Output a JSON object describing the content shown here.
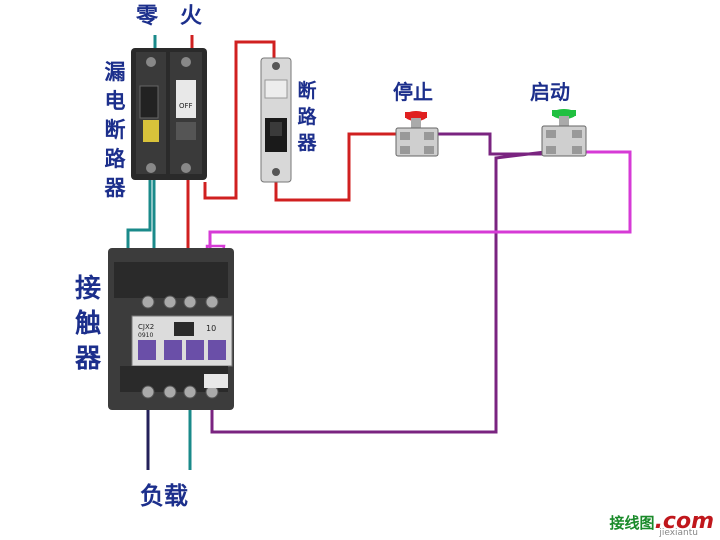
{
  "labels": {
    "neutral": "零",
    "live": "火",
    "rcd": "漏电断路器",
    "breaker": "断路器",
    "stop": "停止",
    "start": "启动",
    "contactor": "接触器",
    "load": "负载"
  },
  "device_text": {
    "rcd_off": "OFF",
    "contactor_model": "CJX2",
    "contactor_model_2": "0910",
    "contactor_rating": "10"
  },
  "watermark": {
    "cn": "接线图",
    "com": ".com",
    "sub": "jiexiantu"
  },
  "colors": {
    "neutral_wire": "#1a8a8a",
    "live_wire": "#d02020",
    "control_wire": "#d63ad6",
    "coil_wire": "#7a2480",
    "load_wire": "#24205a",
    "label": "#1c2f8c",
    "stop_button": "#e02020",
    "start_button": "#20c040"
  }
}
